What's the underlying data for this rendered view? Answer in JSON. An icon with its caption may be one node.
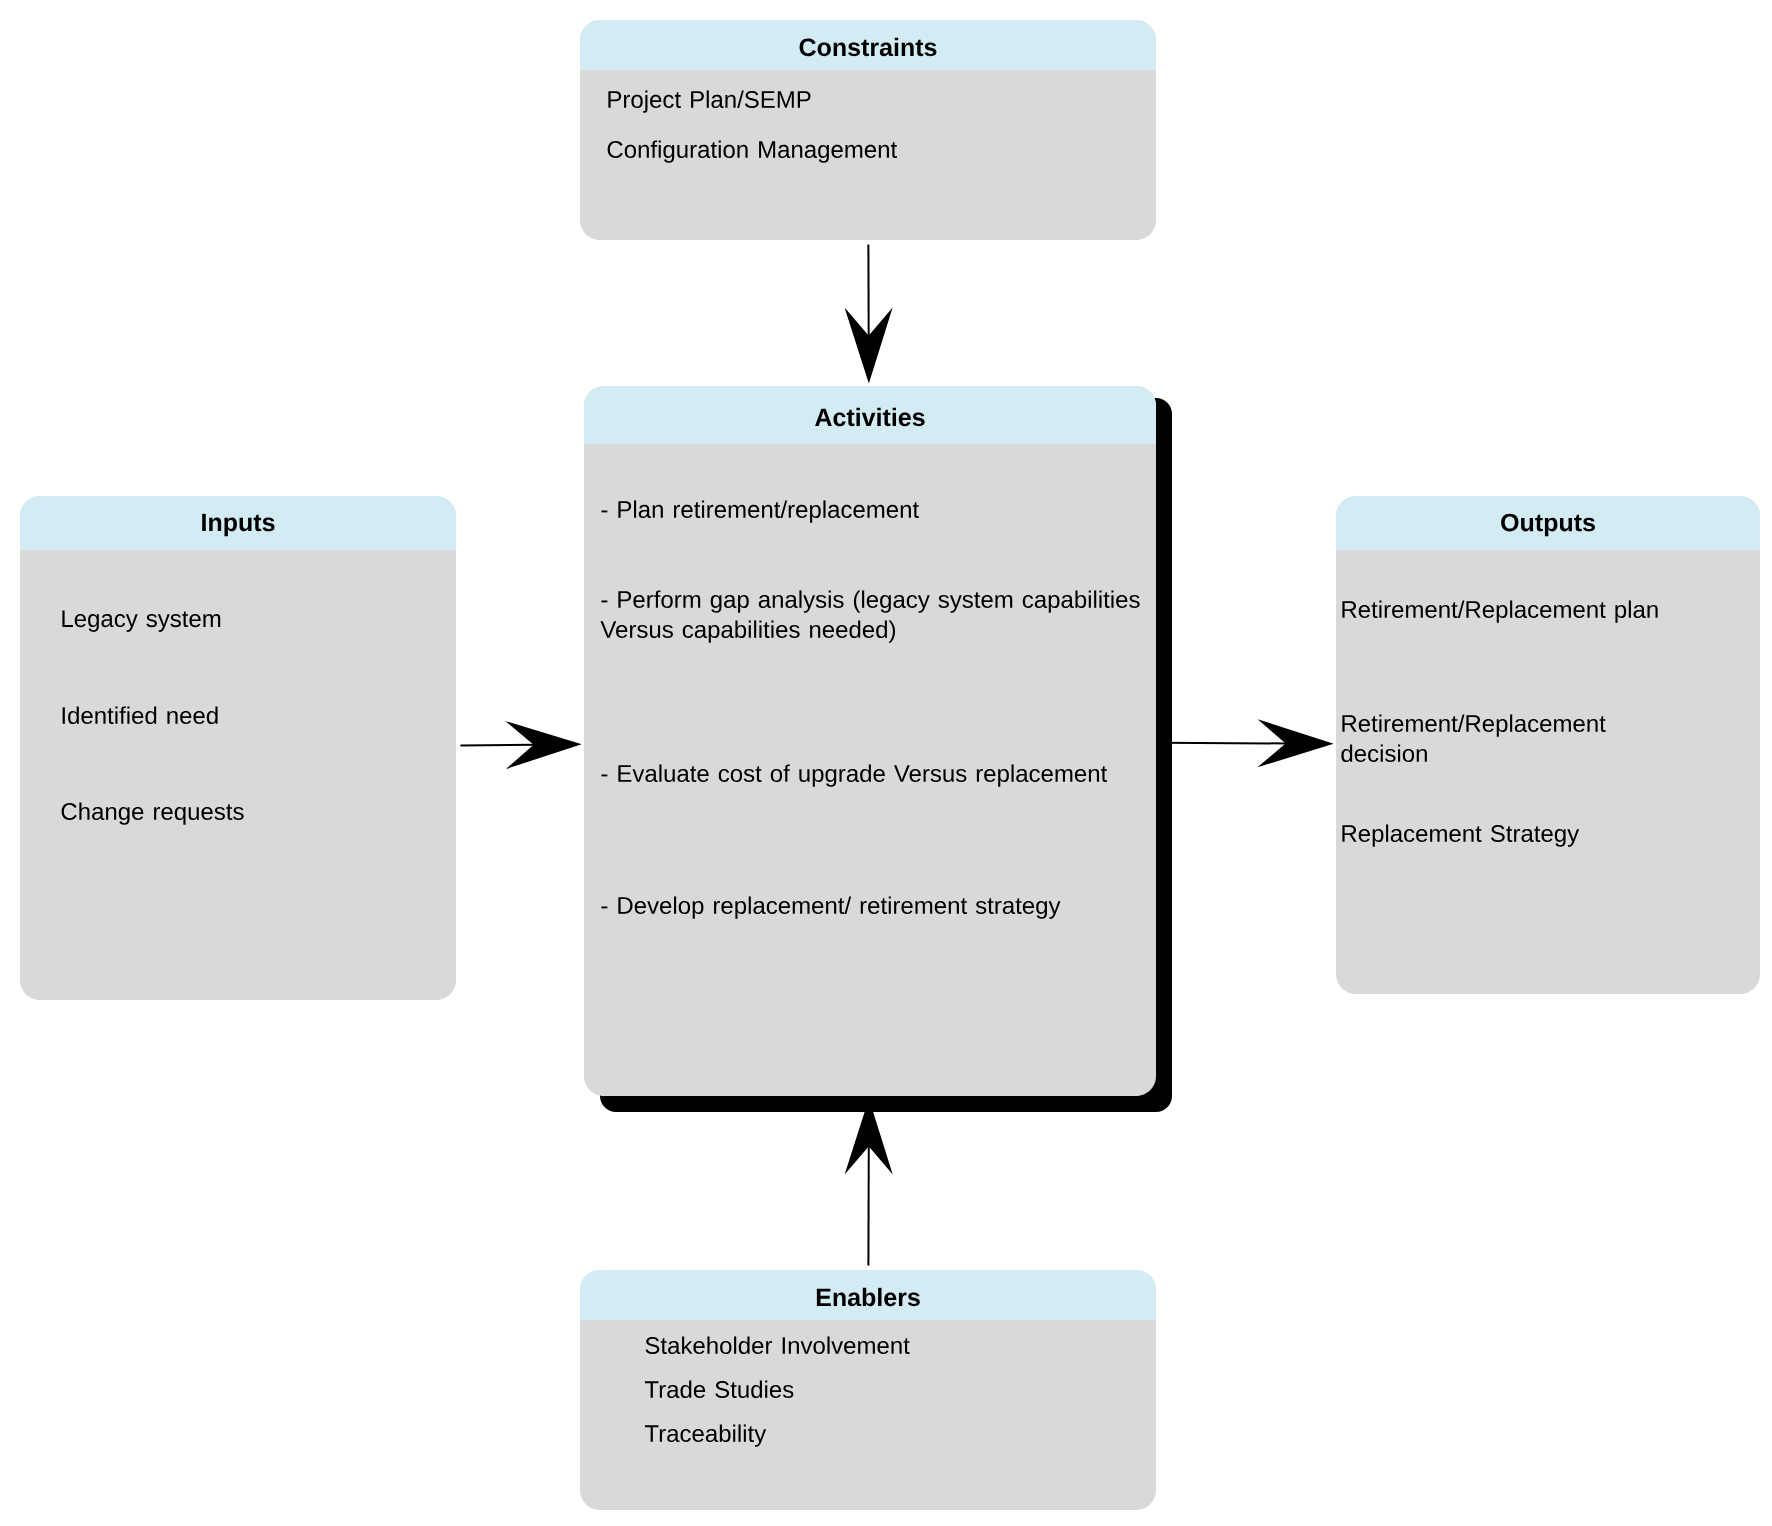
{
  "diagram": {
    "nodes": [
      {
        "text": [
          "Constraints",
          "Project Plan/SEMP",
          "Configuration Management"
        ]
      },
      {
        "text": [
          "Activities",
          "- Plan retirement/replacement",
          "- Perform gap analysis (legacy system capabilities Versus capabilities needed)",
          "- Evaluate cost of upgrade Versus replacement",
          "- Develop replacement/ retirement strategy"
        ]
      },
      {
        "text": [
          "Inputs",
          "Legacy system",
          "Identified need",
          "Change requests"
        ]
      },
      {
        "text": [
          "Outputs",
          "Retirement/Replacement plan",
          "Retirement/Replacement decision",
          "Replacement Strategy"
        ]
      },
      {
        "text": [
          "Enablers",
          "Stakeholder Involvement",
          "Trade Studies",
          "Traceability"
        ]
      }
    ],
    "edges": [
      {
        "from": 0,
        "to": 1,
        "arrow": "to"
      },
      {
        "from": 2,
        "to": 1,
        "arrow": "to"
      },
      {
        "from": 1,
        "to": 3,
        "arrow": "to"
      },
      {
        "from": 4,
        "to": 1,
        "arrow": "to"
      }
    ]
  }
}
